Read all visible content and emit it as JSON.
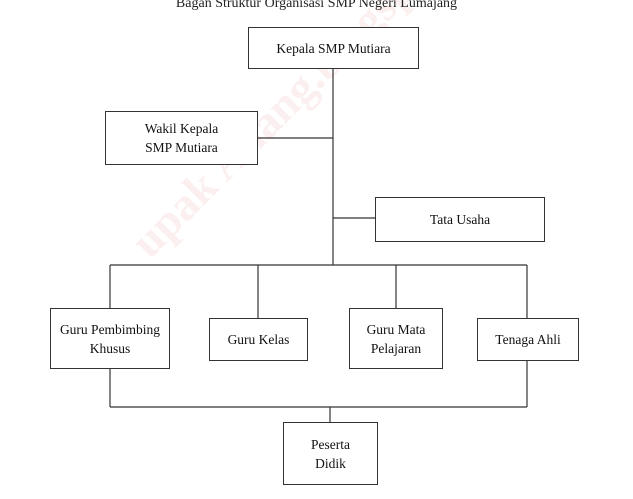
{
  "title": "Bagan Struktur Organisasi SMP Negeri Lumajang",
  "nodes": {
    "kepala": "Kepala SMP Mutiara",
    "wakil": "Wakil Kepala\nSMP Mutiara",
    "tata_usaha": "Tata Usaha",
    "guru_pembimbing_khusus": "Guru Pembimbing\nKhusus",
    "guru_kelas": "Guru Kelas",
    "guru_mata_pelajaran": "Guru Mata\nPelajaran",
    "tenaga_ahli": "Tenaga Ahli",
    "peserta_didik": "Peserta\nDidik"
  },
  "edges": [
    [
      "kepala",
      "wakil"
    ],
    [
      "kepala",
      "tata_usaha"
    ],
    [
      "kepala",
      "guru_pembimbing_khusus"
    ],
    [
      "kepala",
      "guru_kelas"
    ],
    [
      "kepala",
      "guru_mata_pelajaran"
    ],
    [
      "kepala",
      "tenaga_ahli"
    ],
    [
      "guru_pembimbing_khusus",
      "peserta_didik"
    ],
    [
      "tenaga_ahli",
      "peserta_didik"
    ]
  ]
}
